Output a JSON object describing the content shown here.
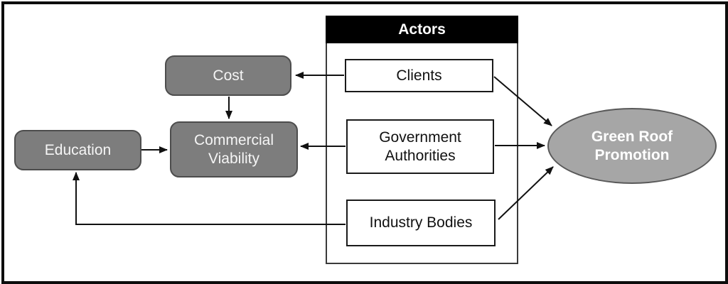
{
  "diagram": {
    "actors_group": {
      "title": "Actors"
    },
    "nodes": {
      "cost": {
        "label": "Cost"
      },
      "commercial_viability": {
        "label": "Commercial\nViability"
      },
      "education": {
        "label": "Education"
      },
      "clients": {
        "label": "Clients"
      },
      "government_authorities": {
        "label": "Government\nAuthorities"
      },
      "industry_bodies": {
        "label": "Industry Bodies"
      },
      "green_roof_promotion": {
        "label": "Green Roof\nPromotion"
      }
    },
    "edges": [
      {
        "from": "Clients",
        "to": "Cost"
      },
      {
        "from": "Cost",
        "to": "Commercial Viability"
      },
      {
        "from": "Education",
        "to": "Commercial Viability"
      },
      {
        "from": "Government Authorities",
        "to": "Commercial Viability"
      },
      {
        "from": "Industry Bodies",
        "to": "Education"
      },
      {
        "from": "Clients",
        "to": "Green Roof Promotion"
      },
      {
        "from": "Government Authorities",
        "to": "Green Roof Promotion"
      },
      {
        "from": "Industry Bodies",
        "to": "Green Roof Promotion"
      }
    ],
    "colors": {
      "factor_fill": "#7d7d7d",
      "factor_border": "#4d4d4d",
      "outcome_fill": "#a6a6a6",
      "outcome_border": "#595959",
      "header_bg": "#000000",
      "header_text": "#ffffff",
      "actor_fill": "#ffffff",
      "actor_border": "#1a1a1a",
      "arrow": "#111111",
      "frame_border": "#0d0d0d"
    }
  }
}
